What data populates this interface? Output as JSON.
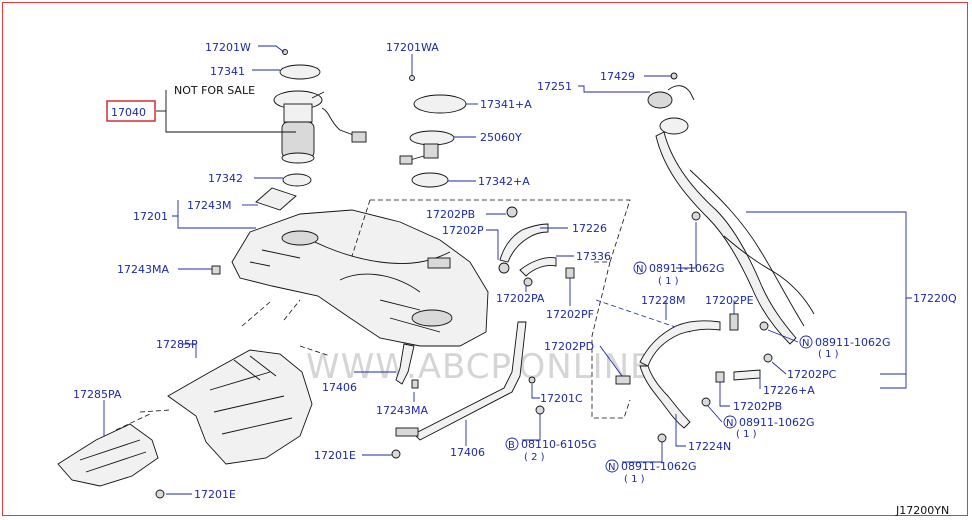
{
  "page": {
    "diagram_code": "J17200YN",
    "watermark": "WWW.ABCP.ONLINE"
  },
  "colors": {
    "label_blue": "#1a2aa8",
    "frame_red": "#e23a3a",
    "highlight_red": "#d21e1e"
  },
  "labels": {
    "p17201W": "17201W",
    "p17341": "17341",
    "not_for_sale": "NOT FOR SALE",
    "p17040": "17040",
    "p17342": "17342",
    "p17243M": "17243M",
    "p17201": "17201",
    "p17243MA_left": "17243MA",
    "p17201WA": "17201WA",
    "p17341A": "17341+A",
    "p25060Y": "25060Y",
    "p17342A": "17342+A",
    "p17251": "17251",
    "p17429": "17429",
    "p17202PB_top": "17202PB",
    "p17202P": "17202P",
    "p17226": "17226",
    "p17336": "17336",
    "p17202PA": "17202PA",
    "p17202PF": "17202PF",
    "n08911_1": "08911-1062G",
    "q1_1": "( 1 )",
    "p17228M": "17228M",
    "p17202PE": "17202PE",
    "p17220Q": "17220Q",
    "n08911_2": "08911-1062G",
    "q1_2": "( 1 )",
    "p17202PC": "17202PC",
    "p17226A": "17226+A",
    "p17202PB_bot": "17202PB",
    "n08911_3": "08911-1062G",
    "q1_3": "( 1 )",
    "p17224N": "17224N",
    "n08911_4": "08911-1062G",
    "q1_4": "( 1 )",
    "p17202PD": "17202PD",
    "p17201C": "17201C",
    "b08110": "08110-6105G",
    "q2": "( 2 )",
    "p17406_right": "17406",
    "p17406_mid": "17406",
    "p17243MA_mid": "17243MA",
    "p17201E_mid": "17201E",
    "p17285P": "17285P",
    "p17285PA": "17285PA",
    "p17201E_bot": "17201E"
  },
  "icons": {
    "n_marker": "N",
    "b_marker": "B"
  }
}
